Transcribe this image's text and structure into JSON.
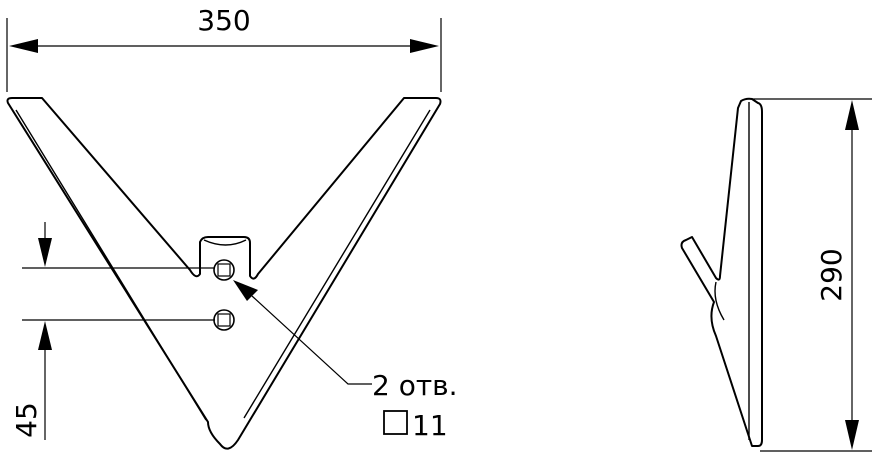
{
  "dimensions": {
    "width_label": "350",
    "height_label": "290",
    "offset_label": "45"
  },
  "holes_note": {
    "count_text": "2 отв.",
    "size_text": "11",
    "square_symbol": "square-symbol"
  }
}
